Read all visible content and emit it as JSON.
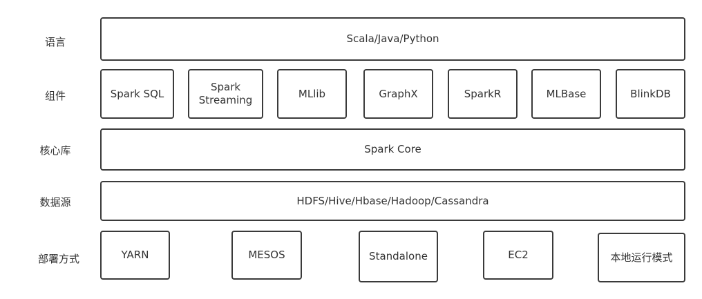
{
  "layers": [
    {
      "label": "语言",
      "items": [
        "Scala/Java/Python"
      ]
    },
    {
      "label": "组件",
      "items": [
        "Spark SQL",
        "Spark\nStreaming",
        "MLlib",
        "GraphX",
        "SparkR",
        "MLBase",
        "BlinkDB"
      ]
    },
    {
      "label": "核心库",
      "items": [
        "Spark Core"
      ]
    },
    {
      "label": "数据源",
      "items": [
        "HDFS/Hive/Hbase/Hadoop/Cassandra"
      ]
    },
    {
      "label": "部署方式",
      "items": [
        "YARN",
        "MESOS",
        "Standalone",
        "EC2",
        "本地运行模式"
      ]
    }
  ]
}
